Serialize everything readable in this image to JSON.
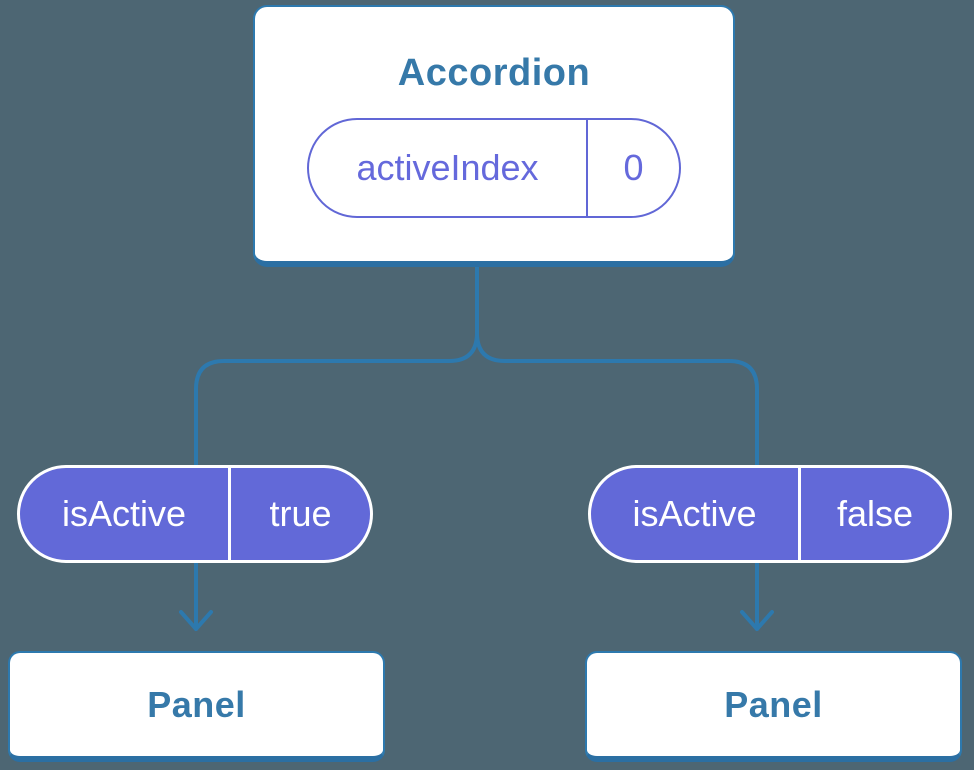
{
  "palette": {
    "background": "#4D6673",
    "connector_blue": "#2D79AE",
    "card_border_blue": "#2D79AE",
    "card_bottom_border_blue": "#2B6FA3",
    "heading_text_blue": "#3679A9",
    "pill_purple_fill": "#6269D8",
    "pill_purple_outline": "#6167D6",
    "pill_purple_text": "#6569DC",
    "pill_white_text": "#FFFFFF"
  },
  "accordion_card": {
    "title": "Accordion",
    "prop_pill": {
      "name": "activeIndex",
      "value": "0"
    }
  },
  "state_pills": [
    {
      "name": "isActive",
      "value": "true"
    },
    {
      "name": "isActive",
      "value": "false"
    }
  ],
  "panels": [
    {
      "label": "Panel"
    },
    {
      "label": "Panel"
    }
  ]
}
